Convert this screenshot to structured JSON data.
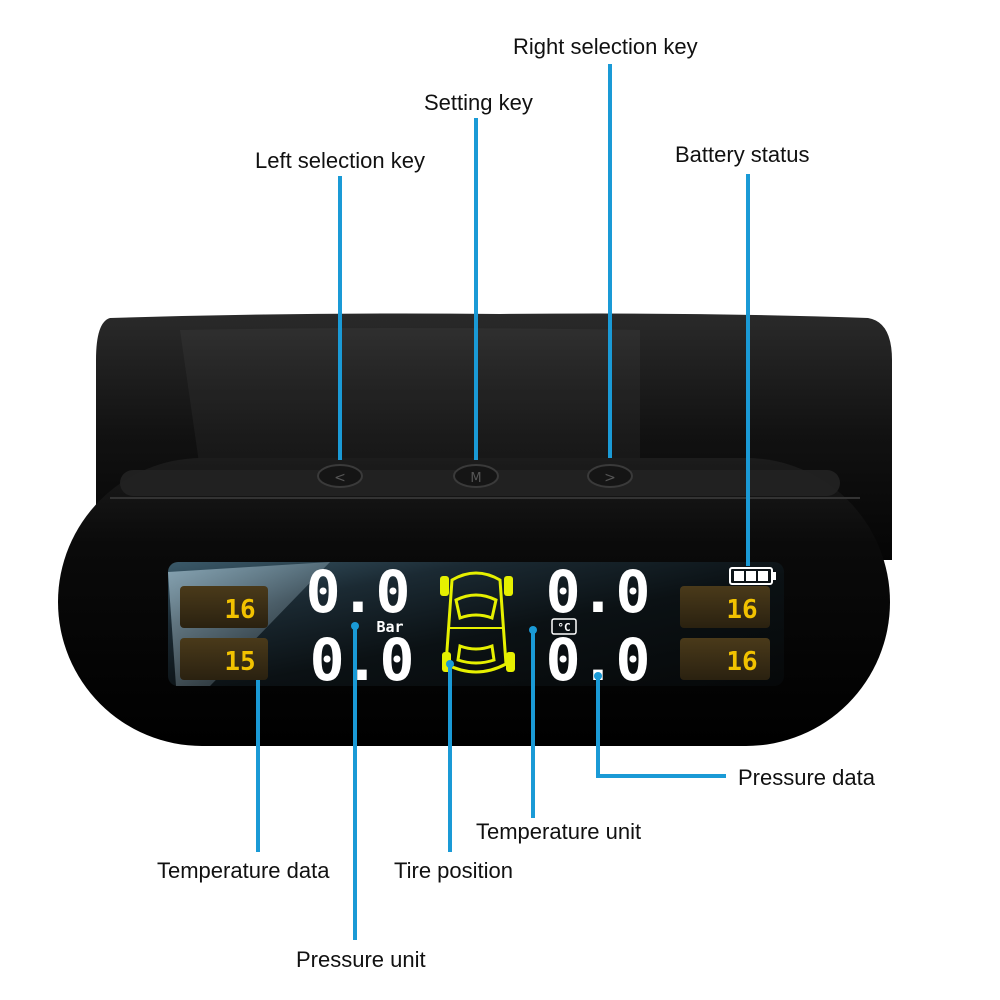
{
  "callouts": {
    "right_selection_key": "Right selection key",
    "setting_key": "Setting key",
    "left_selection_key": "Left selection key",
    "battery_status": "Battery status",
    "pressure_data": "Pressure data",
    "temperature_unit": "Temperature unit",
    "temperature_data": "Temperature data",
    "tire_position": "Tire position",
    "pressure_unit": "Pressure unit"
  },
  "display": {
    "pressure_unit": "Bar",
    "temperature_unit_symbol": "°C",
    "pressures": {
      "front_left": "0.0",
      "rear_left": "0.0",
      "front_right": "0.0",
      "rear_right": "0.0"
    },
    "temperatures": {
      "front_left": "16",
      "rear_left": "15",
      "front_right": "16",
      "rear_right": "16"
    }
  },
  "colors": {
    "leader_line": "#1a9ad6",
    "lcd_digits": "#ffffff",
    "temperature_digits": "#f2c200",
    "car_icon": "#e6f000",
    "device_body": "#0c0c0c"
  }
}
